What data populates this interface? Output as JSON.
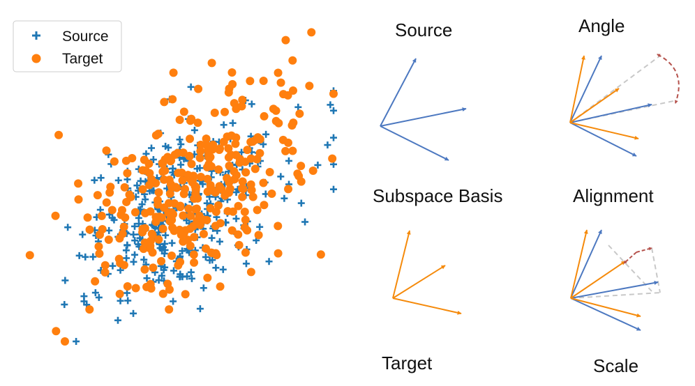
{
  "colors": {
    "source": "#1f77b4",
    "target": "#ff7f0e",
    "basis_source": "#4c78c0",
    "basis_target": "#f58a0b",
    "rotation": "#b5524c",
    "guide": "#c8c8c8"
  },
  "legend": {
    "source_label": "Source",
    "target_label": "Target"
  },
  "panels": {
    "source_title": "Source",
    "basis_title": "Subspace Basis",
    "target_title": "Target",
    "angle_title": "Angle",
    "alignment_title": "Alignment",
    "scale_title": "Scale"
  },
  "icons": {
    "source_marker": "plus-marker-icon",
    "target_marker": "circle-marker-icon"
  },
  "chart_data": {
    "type": "scatter",
    "series": [
      {
        "name": "Source",
        "marker": "plus",
        "point_count": 340
      },
      {
        "name": "Target",
        "marker": "circle",
        "point_count": 320
      }
    ]
  }
}
